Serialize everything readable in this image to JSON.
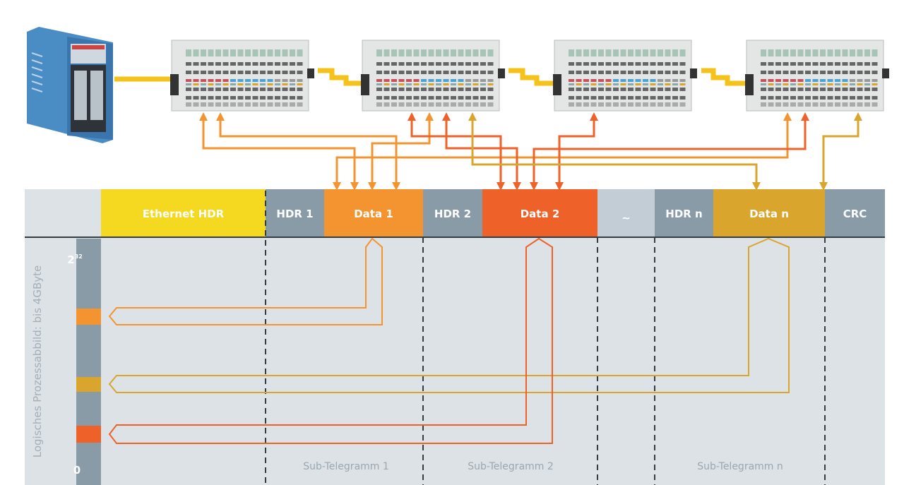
{
  "frame": {
    "segments": [
      {
        "label": "",
        "color": "#dde2e6"
      },
      {
        "label": "Ethernet HDR",
        "color": "#f5d820"
      },
      {
        "label": "HDR 1",
        "color": "#8a9ba8"
      },
      {
        "label": "Data 1",
        "color": "#f39430"
      },
      {
        "label": "HDR 2",
        "color": "#8a9ba8"
      },
      {
        "label": "Data 2",
        "color": "#ee622a"
      },
      {
        "label": "~",
        "color": "#c3cdd5"
      },
      {
        "label": "HDR n",
        "color": "#8a9ba8"
      },
      {
        "label": "Data n",
        "color": "#d9a52c"
      },
      {
        "label": "CRC",
        "color": "#8a9ba8"
      }
    ]
  },
  "memory": {
    "axis_label": "Logisches Prozessabbild: bis 4GByte",
    "top_label": "2",
    "top_exponent": "32",
    "bottom_label": "0"
  },
  "sub_telegrams": [
    "Sub-Telegramm 1",
    "Sub-Telegramm 2",
    "Sub-Telegramm n"
  ],
  "colors": {
    "data1": "#f39430",
    "data2": "#ee622a",
    "datan": "#d9a52c",
    "cable": "#f5c21a",
    "pc": "#4a8cc4"
  }
}
